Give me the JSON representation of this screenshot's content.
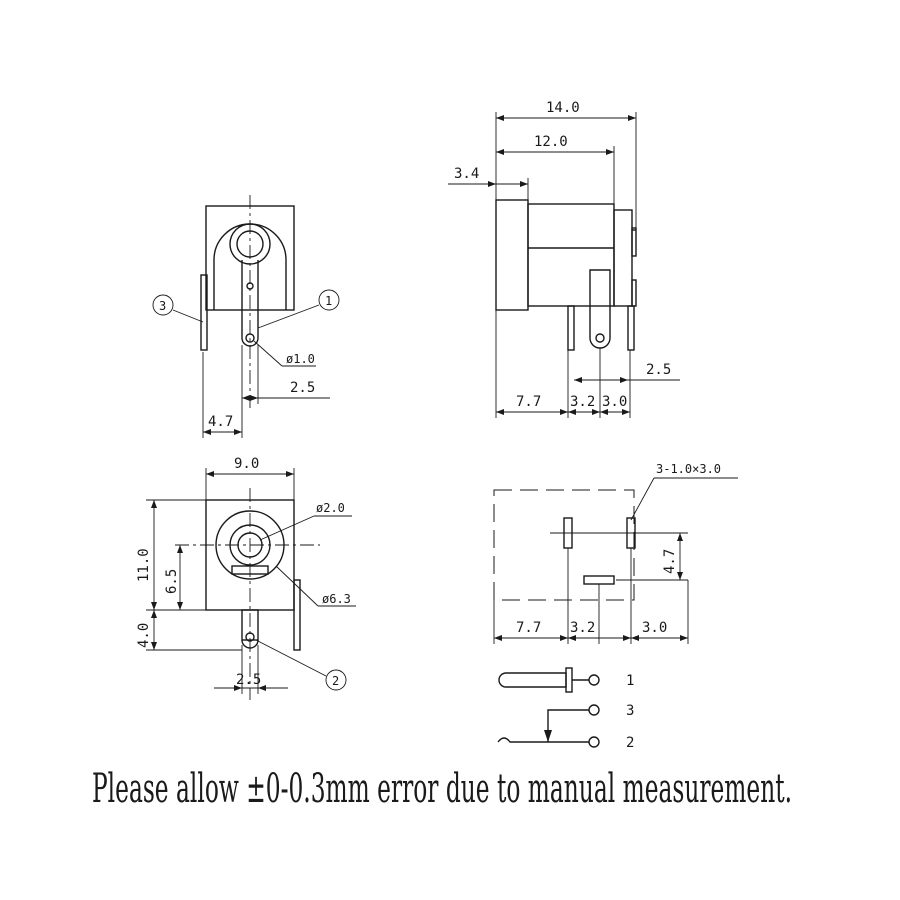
{
  "dimensions": {
    "front_width_total": "4.7",
    "front_pin_offset": "2.5",
    "front_pin_dia": "ø1.0",
    "side_total": "14.0",
    "side_body": "12.0",
    "side_front": "3.4",
    "side_bottom_a": "7.7",
    "side_bottom_b": "3.2",
    "side_bottom_c": "3.0",
    "side_right": "2.5",
    "bottom_width": "9.0",
    "bottom_height": "11.0",
    "bottom_center": "6.5",
    "bottom_lower": "4.0",
    "bottom_pin_offset": "2.5",
    "bottom_hole": "ø2.0",
    "bottom_outer": "ø6.3",
    "pcb_slots": "3-1.0×3.0",
    "pcb_a": "7.7",
    "pcb_b": "3.2",
    "pcb_c": "3.0",
    "pcb_vert": "4.7"
  },
  "callouts": {
    "pin1": "1",
    "pin2": "2",
    "pin3": "3"
  },
  "schematic": {
    "label_1": "1",
    "label_3": "3",
    "label_2": "2"
  },
  "note": "Please allow ±0-0.3mm error due to manual measurement."
}
